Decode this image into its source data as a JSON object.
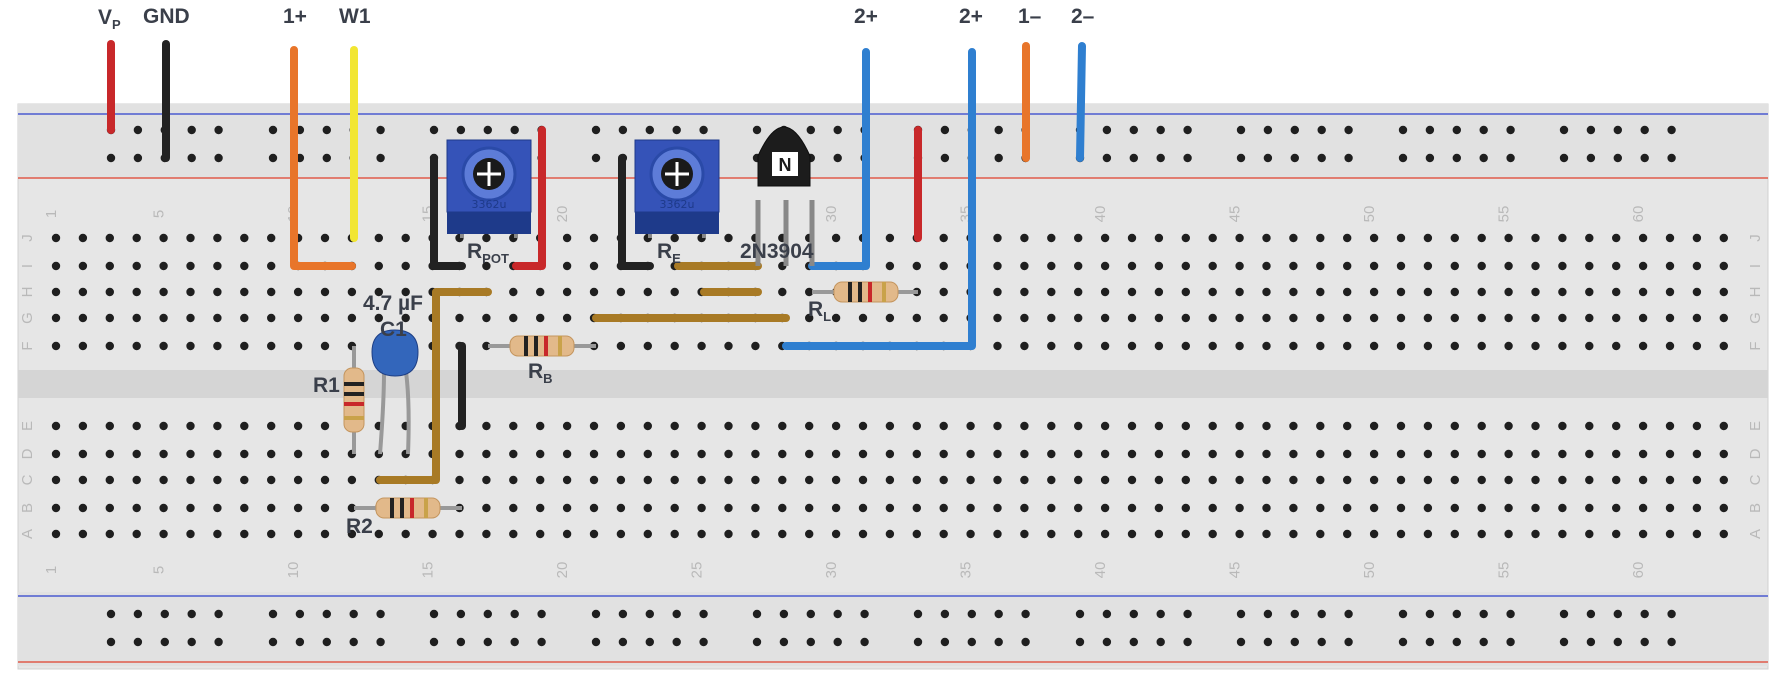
{
  "labels": {
    "vp": "V",
    "vp_sub": "P",
    "gnd": "GND",
    "one_plus": "1+",
    "w1": "W1",
    "two_plus_a": "2+",
    "two_plus_b": "2+",
    "one_minus": "1–",
    "two_minus": "2–",
    "rpot": "R",
    "rpot_sub": "POT",
    "re": "R",
    "re_sub": "E",
    "transistor": "2N3904",
    "rl": "R",
    "rl_sub": "L",
    "cap_value": "4.7 µF",
    "c1": "C1",
    "r1": "R1",
    "rb": "R",
    "rb_sub": "B",
    "r2": "R2",
    "pot_code_1": "3362u",
    "pot_code_2": "3362u",
    "transistor_mark": "N"
  },
  "column_numbers": [
    "1",
    "5",
    "10",
    "15",
    "20",
    "25",
    "30",
    "35",
    "40",
    "45",
    "50",
    "55",
    "60"
  ],
  "row_letters_top": [
    "J",
    "I",
    "H",
    "G",
    "F"
  ],
  "row_letters_bottom": [
    "E",
    "D",
    "C",
    "B",
    "A"
  ],
  "colors": {
    "red_wire": "#c8282a",
    "black_wire": "#222222",
    "orange_wire": "#e8752a",
    "yellow_wire": "#f2e632",
    "blue_wire": "#2f7fd0",
    "brown_jumper": "#a87a25",
    "pot_blue": "#3553b8",
    "rail_red": "#e05a4a",
    "rail_blue": "#4a5ad0"
  }
}
